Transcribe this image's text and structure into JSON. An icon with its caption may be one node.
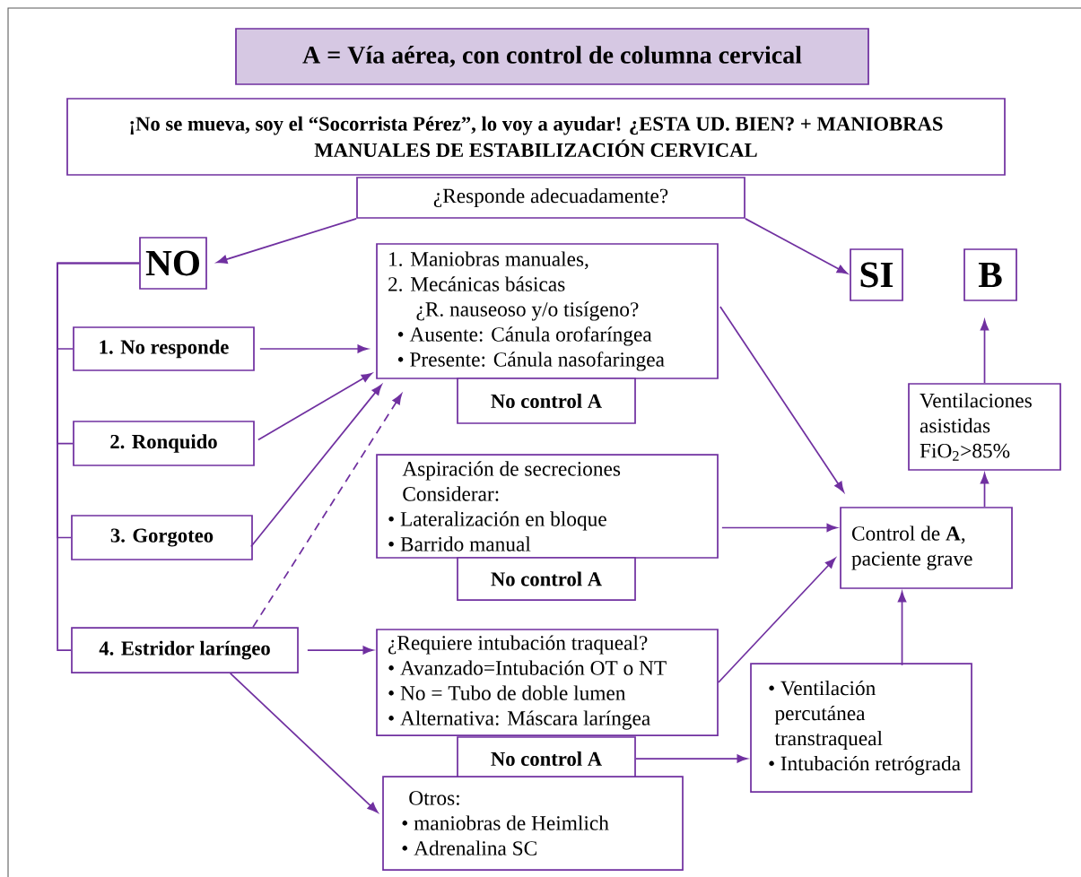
{
  "diagram": {
    "nodes": [
      {
        "text": [
          "A = Vía aérea, con control de columna cervical"
        ]
      },
      {
        "text": [
          "¡No se mueva, soy el “Socorrista Pérez”, lo voy a ayudar! ¿ESTA UD. BIEN? + MANIOBRAS MANUALES DE ESTABILIZACIÓN CERVICAL"
        ]
      },
      {
        "text": [
          "¿Responde adecuadamente?"
        ]
      },
      {
        "text": [
          "NO"
        ]
      },
      {
        "text": [
          "SI"
        ]
      },
      {
        "text": [
          "B"
        ]
      },
      {
        "text": [
          "1. Maniobras manuales,",
          "2. Mecánicas básicas",
          "¿R. nauseoso y/o tisígeno?",
          "• Ausente: Cánula orofaríngea",
          "• Presente: Cánula nasofaringea"
        ]
      },
      {
        "text": [
          "No control A"
        ]
      },
      {
        "text": [
          "1. No responde"
        ]
      },
      {
        "text": [
          "2. Ronquido"
        ]
      },
      {
        "text": [
          "3. Gorgoteo"
        ]
      },
      {
        "text": [
          "4. Estridor laríngeo"
        ]
      },
      {
        "text": [
          "Aspiración de secreciones",
          "Considerar:",
          "• Lateralización en bloque",
          "• Barrido manual"
        ]
      },
      {
        "text": [
          "No control A"
        ]
      },
      {
        "text": [
          "¿Requiere intubación traqueal?",
          "• Avanzado=Intubación OT o NT",
          "• No = Tubo de doble lumen",
          "• Alternativa: Máscara laríngea"
        ]
      },
      {
        "text": [
          "No control A"
        ]
      },
      {
        "text": [
          "Otros:",
          "• maniobras de Heimlich",
          "• Adrenalina SC"
        ]
      },
      {
        "text": [
          "Ventilaciones asistidas FiO$_{2}$>85%"
        ]
      },
      {
        "text": [
          "Control de **A**, paciente grave"
        ]
      },
      {
        "text": [
          "• Ventilación percutánea transtraqueal",
          "• Intubación retrógrada"
        ]
      }
    ],
    "edges": [
      {
        "from": 2,
        "to": 3,
        "arrow": "to"
      },
      {
        "from": 2,
        "to": 4,
        "arrow": "to"
      },
      {
        "from": 8,
        "to": 6,
        "arrow": "to"
      },
      {
        "from": 9,
        "to": 6,
        "arrow": "to"
      },
      {
        "from": 10,
        "to": 6,
        "arrow": "to"
      },
      {
        "from": 11,
        "to": 6,
        "arrow": "to",
        "style": "dashed"
      },
      {
        "from": 11,
        "to": 14,
        "arrow": "to"
      },
      {
        "from": 11,
        "to": 16,
        "arrow": "to"
      },
      {
        "from": 6,
        "to": 18,
        "arrow": "to"
      },
      {
        "from": 12,
        "to": 18,
        "arrow": "to"
      },
      {
        "from": 14,
        "to": 18,
        "arrow": "to"
      },
      {
        "from": 15,
        "to": 19,
        "arrow": "to"
      },
      {
        "from": 19,
        "to": 18,
        "arrow": "to"
      },
      {
        "from": 18,
        "to": 17,
        "arrow": "to"
      },
      {
        "from": 17,
        "to": 5,
        "arrow": "to"
      },
      {
        "from": 3,
        "to": 8,
        "arrow": "none"
      },
      {
        "from": 3,
        "to": 9,
        "arrow": "none"
      },
      {
        "from": 3,
        "to": 10,
        "arrow": "none"
      },
      {
        "from": 3,
        "to": 11,
        "arrow": "none"
      }
    ]
  }
}
